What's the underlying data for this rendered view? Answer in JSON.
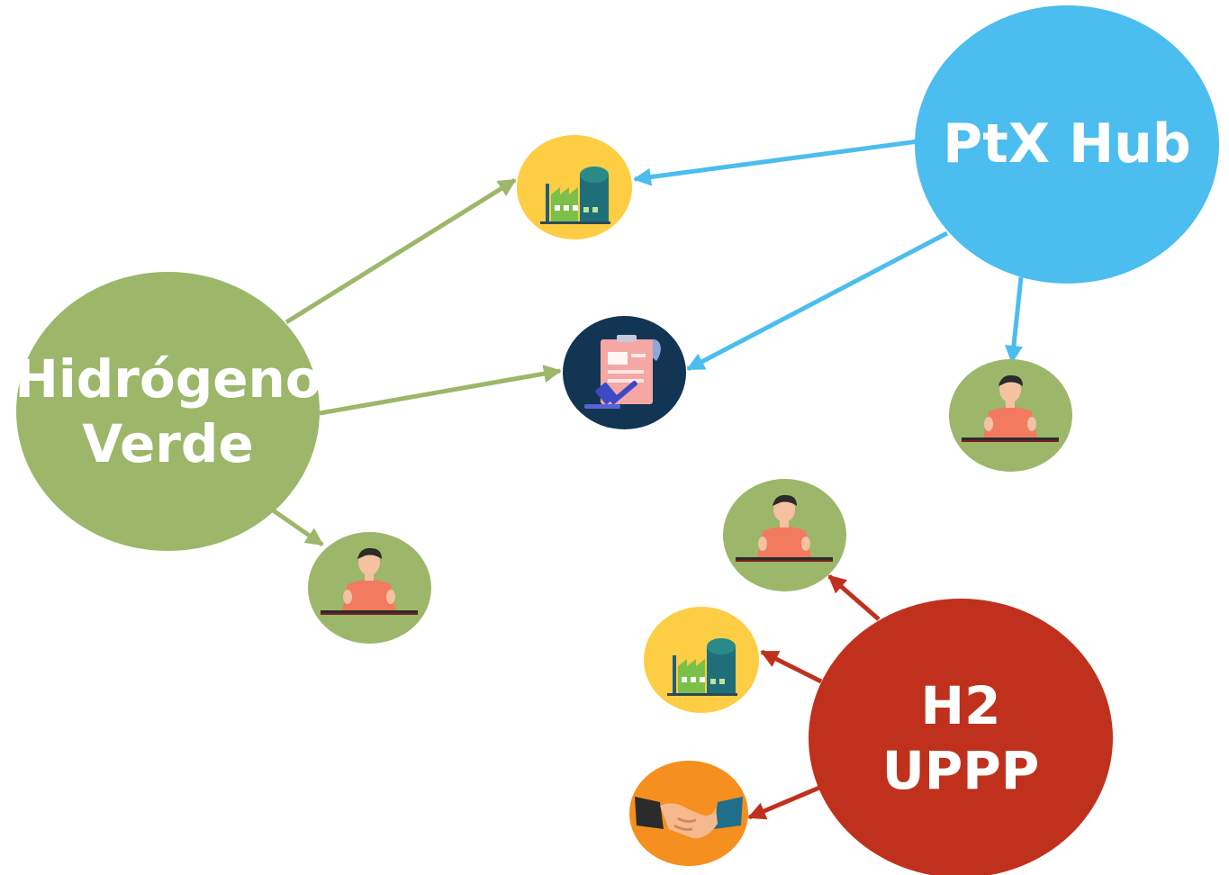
{
  "colors": {
    "green": "#9cb76a",
    "blue": "#4bbdee",
    "red": "#c0311d",
    "yellow": "#fdcd43",
    "navy": "#123553",
    "orange": "#f58f1f"
  },
  "hubs": {
    "hidrogeno_verde": {
      "line1": "Hidrógeno",
      "line2": "Verde"
    },
    "ptx_hub": {
      "line1": "PtX Hub"
    },
    "h2_uppp": {
      "line1": "H2",
      "line2": "UPPP"
    }
  },
  "nodes": [
    {
      "id": "factory-top",
      "icon": "factory-icon"
    },
    {
      "id": "regulation",
      "icon": "regulation-gavel-icon"
    },
    {
      "id": "person-right",
      "icon": "person-icon"
    },
    {
      "id": "person-left",
      "icon": "person-icon"
    },
    {
      "id": "person-mid",
      "icon": "person-icon"
    },
    {
      "id": "factory-bottom",
      "icon": "factory-icon"
    },
    {
      "id": "handshake",
      "icon": "handshake-icon"
    }
  ],
  "edges": [
    {
      "from": "hidrogeno-verde",
      "to": "factory-top",
      "color": "green"
    },
    {
      "from": "hidrogeno-verde",
      "to": "regulation",
      "color": "green"
    },
    {
      "from": "hidrogeno-verde",
      "to": "person-left",
      "color": "green"
    },
    {
      "from": "ptx-hub",
      "to": "factory-top",
      "color": "blue"
    },
    {
      "from": "ptx-hub",
      "to": "regulation",
      "color": "blue"
    },
    {
      "from": "ptx-hub",
      "to": "person-right",
      "color": "blue"
    },
    {
      "from": "h2-uppp",
      "to": "person-mid",
      "color": "red"
    },
    {
      "from": "h2-uppp",
      "to": "factory-bottom",
      "color": "red"
    },
    {
      "from": "h2-uppp",
      "to": "handshake",
      "color": "red"
    }
  ]
}
